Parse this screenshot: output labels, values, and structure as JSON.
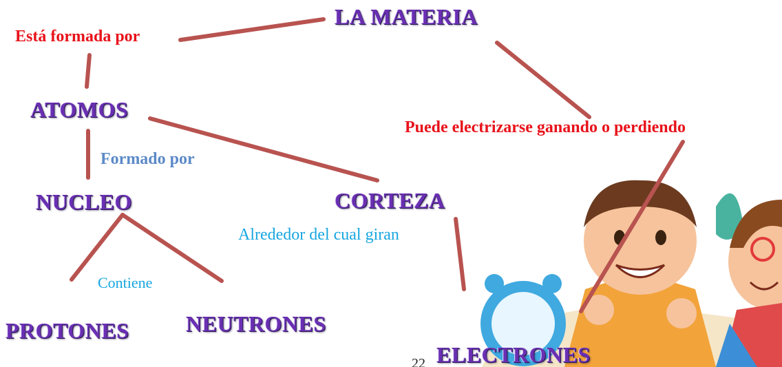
{
  "nodes": {
    "materia": "LA MATERIA",
    "atomos": "ATOMOS",
    "nucleo": "NUCLEO",
    "corteza": "CORTEZA",
    "protones": "PROTONES",
    "neutrones": "NEUTRONES",
    "electrones": "ELECTRONES"
  },
  "labels": {
    "formada_por": "Está formada por",
    "electrizarse": "Puede electrizarse ganando o perdiendo",
    "formado_por": "Formado por",
    "alrededor": "Alrededor del cual giran",
    "contiene": "Contiene"
  },
  "page_number": "22",
  "colors": {
    "node": "#6a2fb3",
    "red_label": "#e8121a",
    "blue_label": "#5b8ac7",
    "cyan_label": "#17a6e0",
    "connector": "#b85350"
  }
}
